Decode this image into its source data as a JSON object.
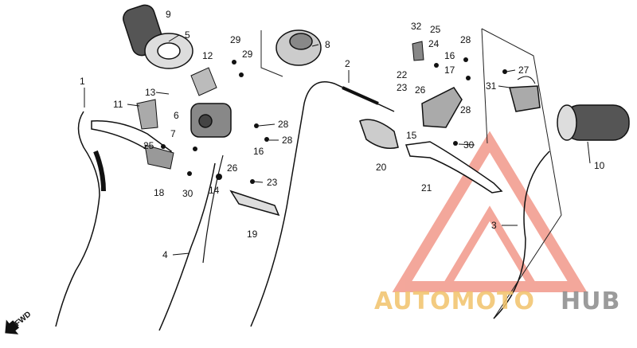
{
  "diagram": {
    "callouts": [
      "1",
      "2",
      "3",
      "4",
      "5",
      "6",
      "7",
      "8",
      "9",
      "10",
      "11",
      "12",
      "13",
      "14",
      "15",
      "16",
      "17",
      "18",
      "19",
      "20",
      "21",
      "22",
      "23",
      "24",
      "25",
      "26",
      "27",
      "28",
      "29",
      "30",
      "31",
      "32"
    ],
    "fwd_label": "FWD"
  },
  "watermark": {
    "part1": "AUTOMOTO",
    "part2": "HUB",
    "colors": {
      "primary": "#f08a7a",
      "secondary": "#f2c36b",
      "dark": "#8a8a8a"
    }
  }
}
